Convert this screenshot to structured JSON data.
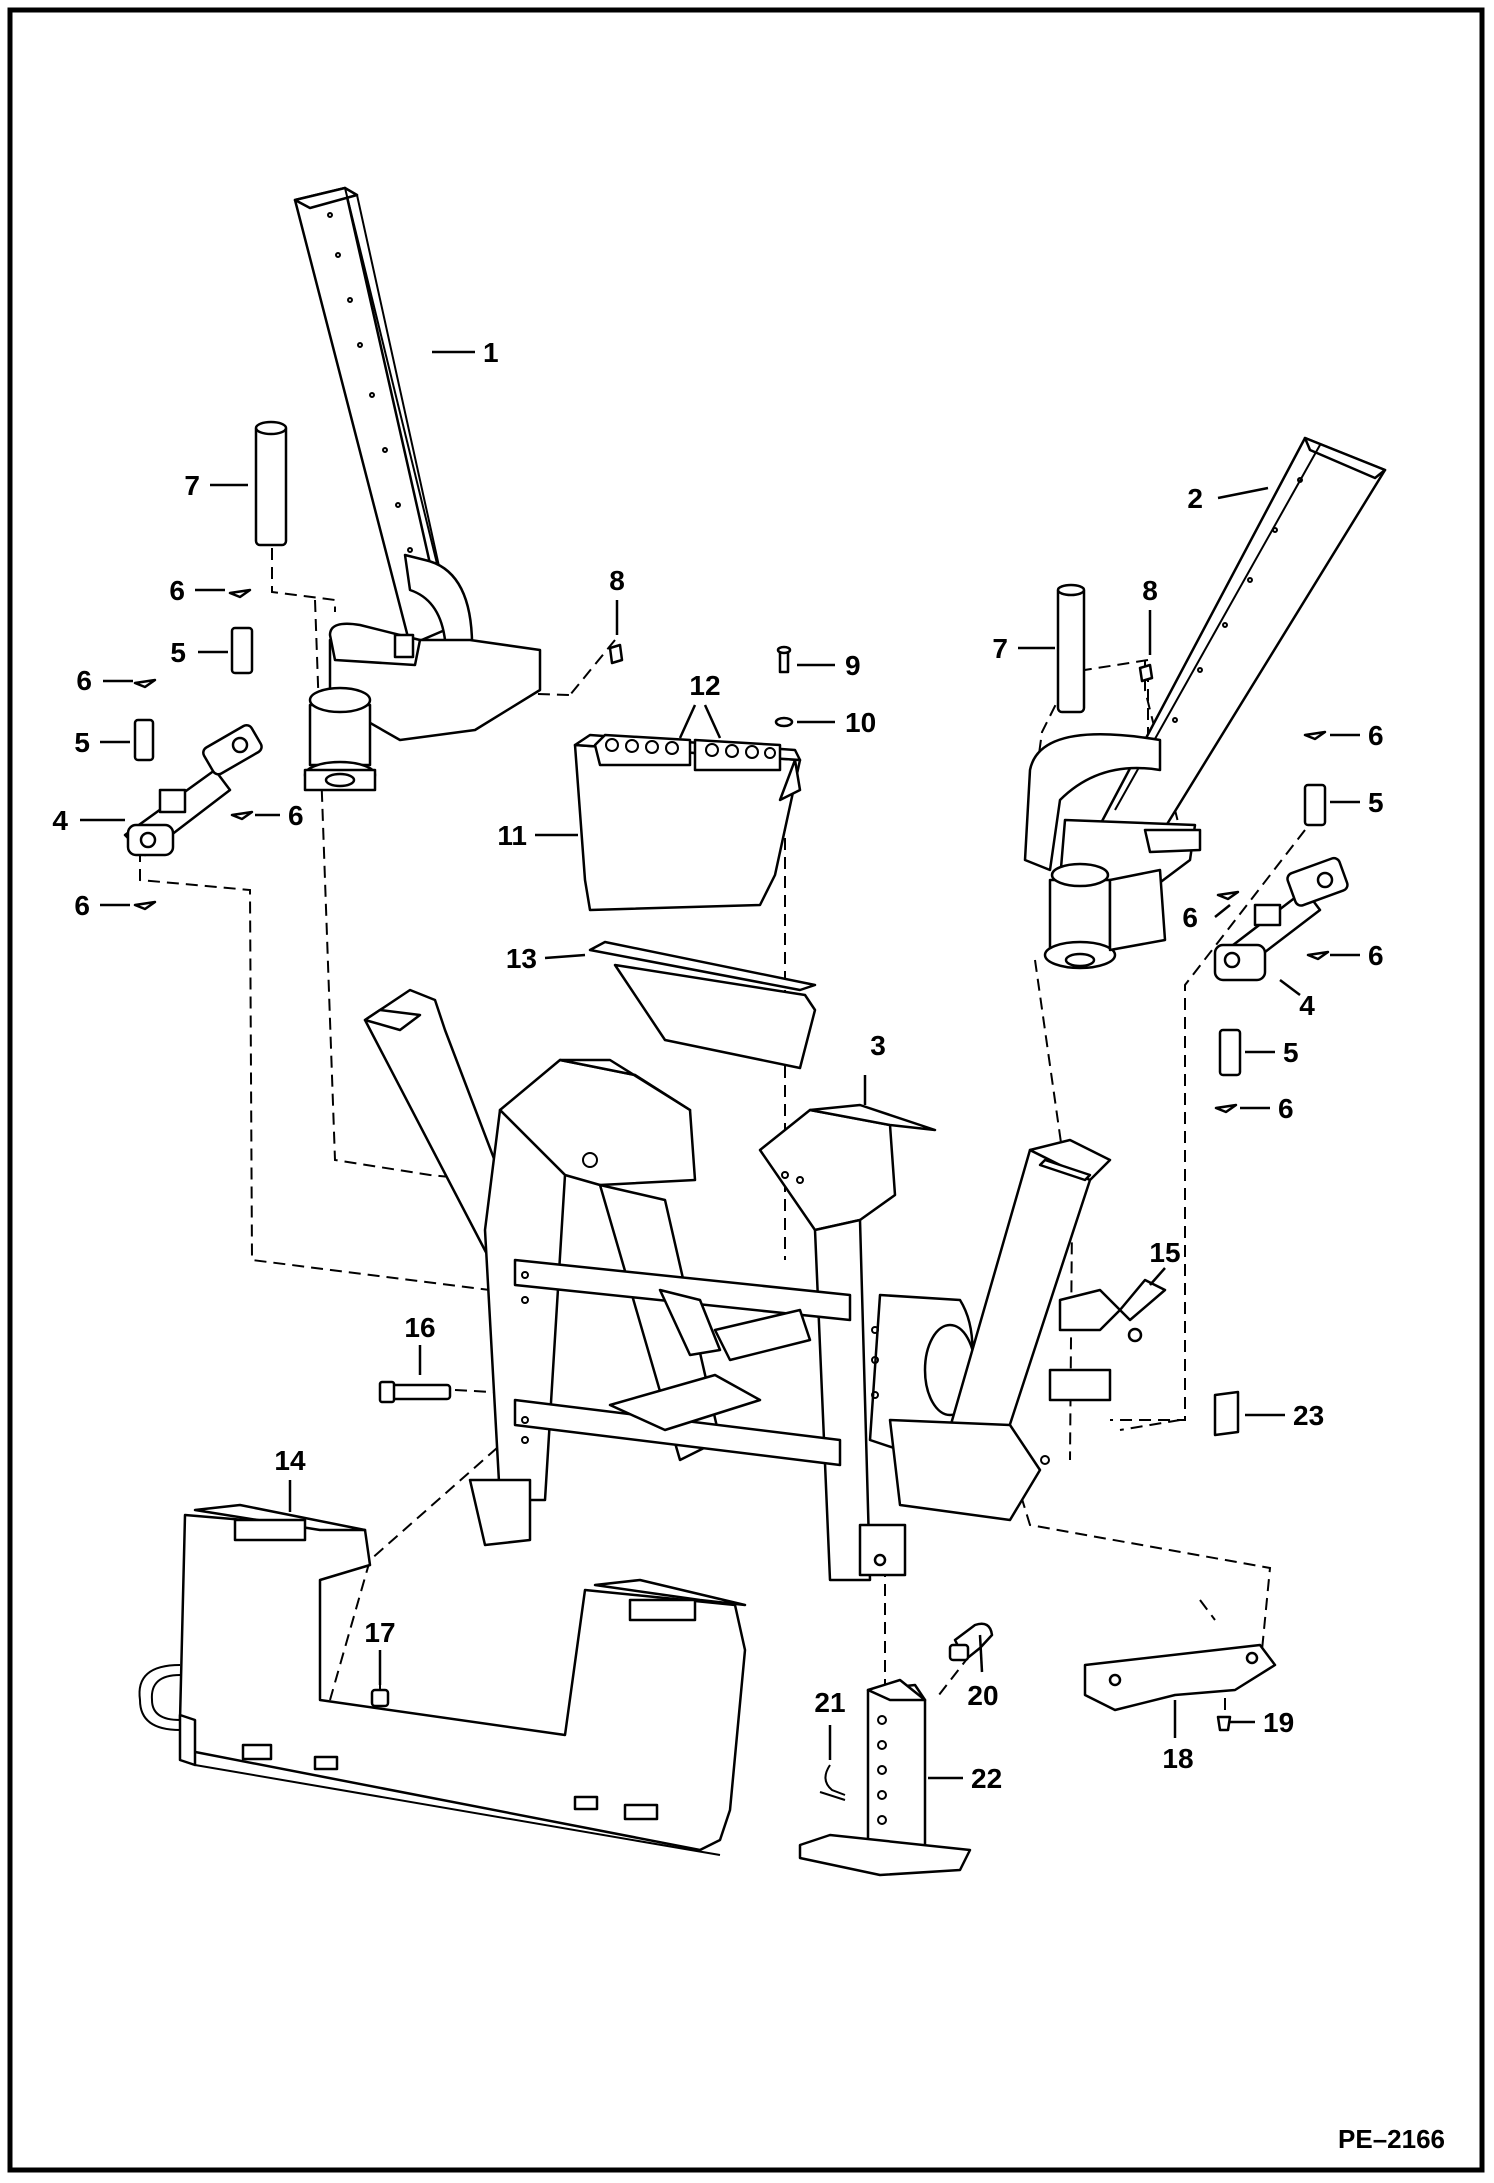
{
  "drawing": {
    "id": "PE–2166",
    "border_color": "#000000",
    "background": "#ffffff"
  },
  "callouts": [
    {
      "label": "1"
    },
    {
      "label": "2"
    },
    {
      "label": "3"
    },
    {
      "label": "4"
    },
    {
      "label": "4"
    },
    {
      "label": "5"
    },
    {
      "label": "5"
    },
    {
      "label": "5"
    },
    {
      "label": "5"
    },
    {
      "label": "6"
    },
    {
      "label": "6"
    },
    {
      "label": "6"
    },
    {
      "label": "6"
    },
    {
      "label": "6"
    },
    {
      "label": "6"
    },
    {
      "label": "6"
    },
    {
      "label": "6"
    },
    {
      "label": "7"
    },
    {
      "label": "7"
    },
    {
      "label": "8"
    },
    {
      "label": "8"
    },
    {
      "label": "9"
    },
    {
      "label": "10"
    },
    {
      "label": "11"
    },
    {
      "label": "12"
    },
    {
      "label": "13"
    },
    {
      "label": "14"
    },
    {
      "label": "15"
    },
    {
      "label": "16"
    },
    {
      "label": "17"
    },
    {
      "label": "18"
    },
    {
      "label": "19"
    },
    {
      "label": "20"
    },
    {
      "label": "21"
    },
    {
      "label": "22"
    },
    {
      "label": "23"
    }
  ]
}
